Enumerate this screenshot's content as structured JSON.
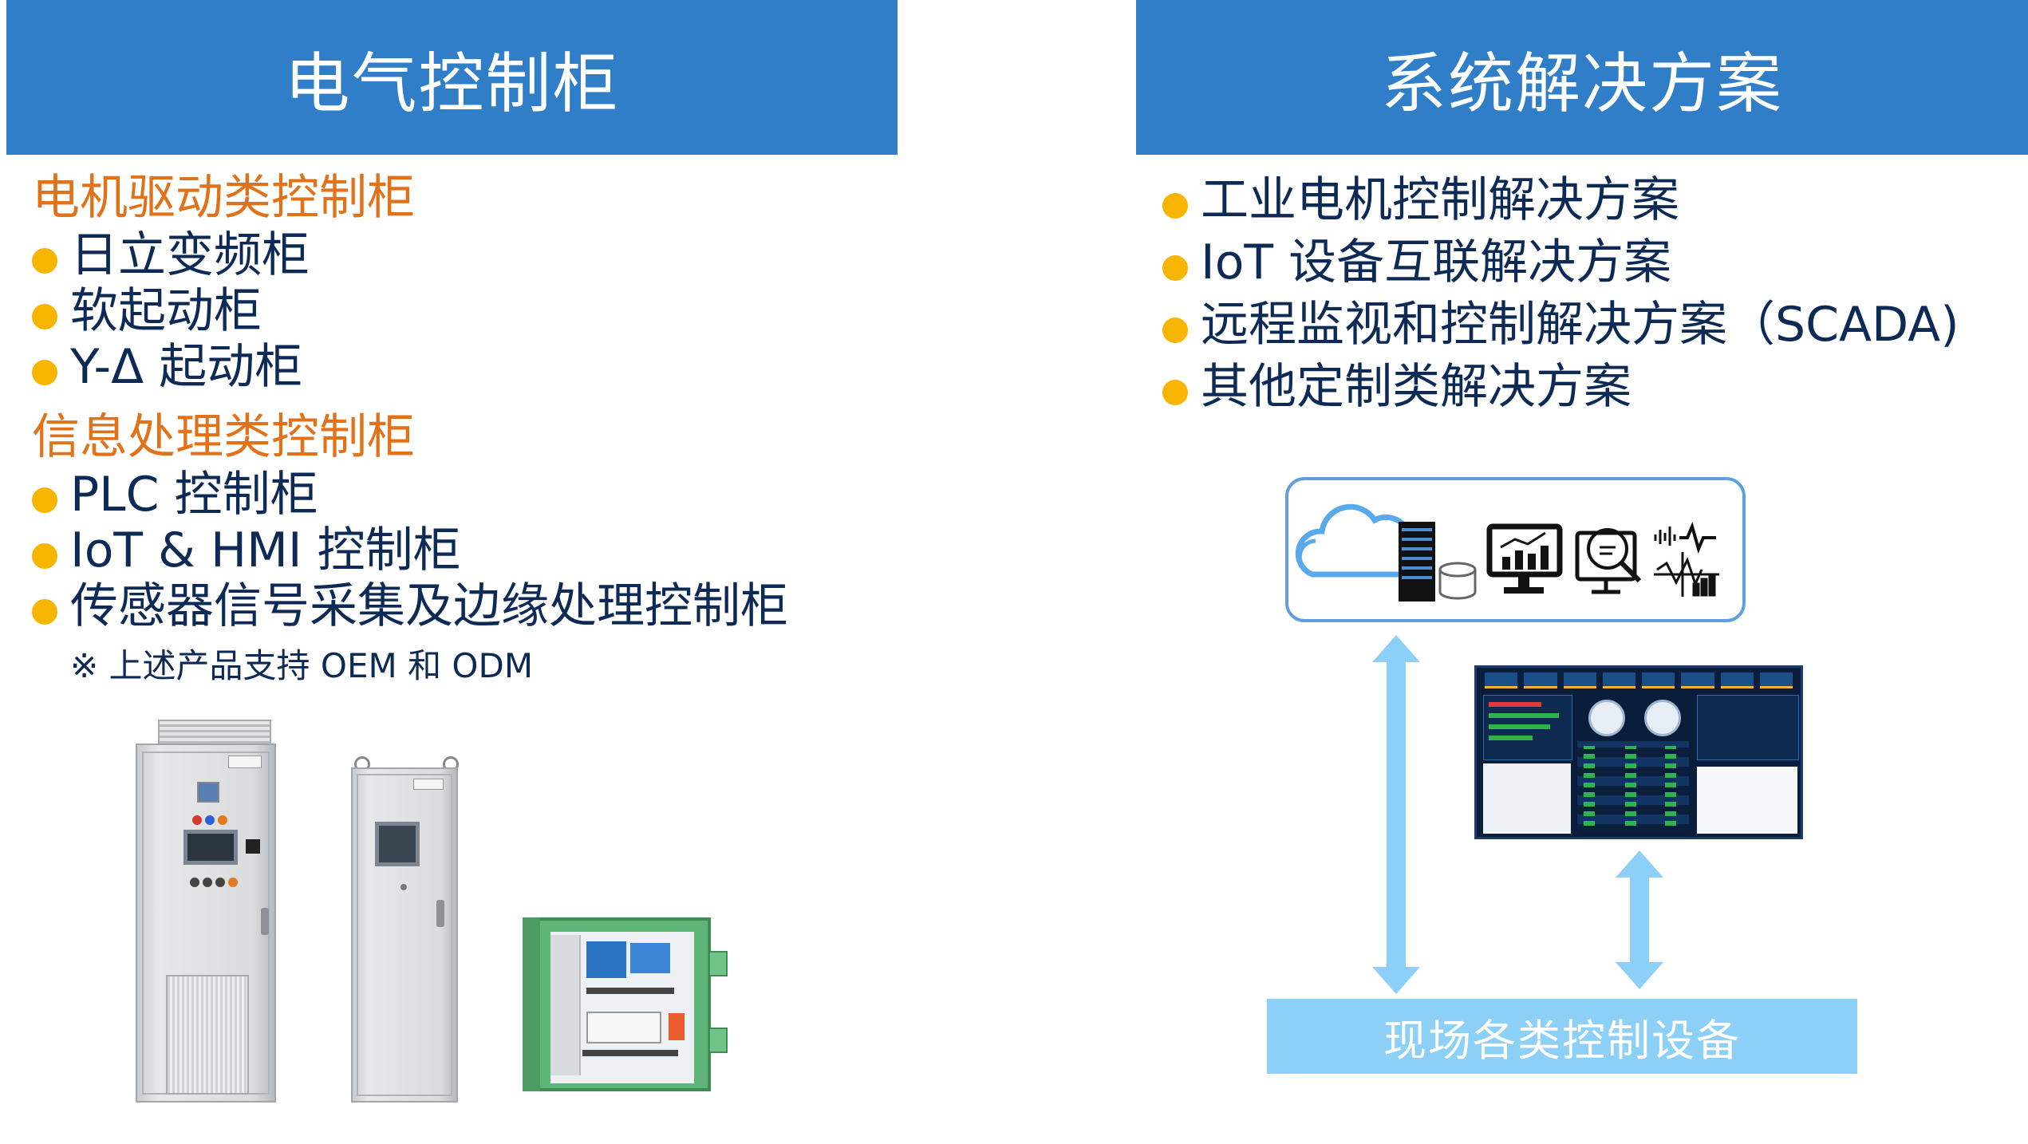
{
  "left": {
    "header": "电气控制柜",
    "section1": {
      "title": "电机驱动类控制柜",
      "items": [
        "日立变频柜",
        "软起动柜",
        "Y-Δ 起动柜"
      ]
    },
    "section2": {
      "title": "信息处理类控制柜",
      "items": [
        "PLC 控制柜",
        "IoT & HMI 控制柜",
        "传感器信号采集及边缘处理控制柜"
      ]
    },
    "note": "※ 上述产品支持 OEM 和 ODM"
  },
  "right": {
    "header": "系统解决方案",
    "items": [
      "工业电机控制解决方案",
      "IoT 设备互联解决方案",
      "远程监视和控制解决方案（SCADA)",
      "其他定制类解决方案"
    ],
    "field_label": "现场各类控制设备"
  },
  "colors": {
    "header_bg": "#2f7ec7",
    "bullet": "#f7b500",
    "section_title": "#e2721a",
    "text": "#0d2a57",
    "arrow": "#8dd0f7"
  },
  "icons": [
    "cloud-icon",
    "server-rack-icon",
    "database-icon",
    "monitor-chart-icon",
    "data-analysis-icon",
    "signal-chart-icon"
  ]
}
